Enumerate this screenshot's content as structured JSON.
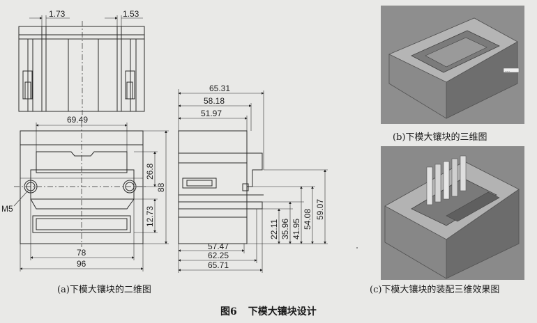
{
  "figure": {
    "caption": "图6　下模大镶块设计",
    "caption_num": "图6",
    "caption_text": "下模大镶块设计"
  },
  "subfigures": {
    "a_caption": "(a)下模大镶块的二维图",
    "b_caption": "(b)下模大镶块的三维图",
    "c_caption": "(c)下模大镶块的装配三维效果图"
  },
  "dimensions": {
    "top_left": "1.73",
    "top_right": "1.53",
    "front_width_inner": "69.49",
    "front_width_78": "78",
    "front_width_96": "96",
    "front_h_26_8": "26.8",
    "front_h_88": "88",
    "front_h_12_73": "12.73",
    "thread_label": "M5",
    "side_65_31": "65.31",
    "side_58_18": "58.18",
    "side_51_97": "51.97",
    "side_57_47": "57.47",
    "side_62_25": "62.25",
    "side_65_71": "65.71",
    "side_h_22_11": "22.11",
    "side_h_35_96": "35.96",
    "side_h_41_95": "41.95",
    "side_h_54_08": "54.08",
    "side_h_59_07": "59.07"
  },
  "render_tag": "....."
}
